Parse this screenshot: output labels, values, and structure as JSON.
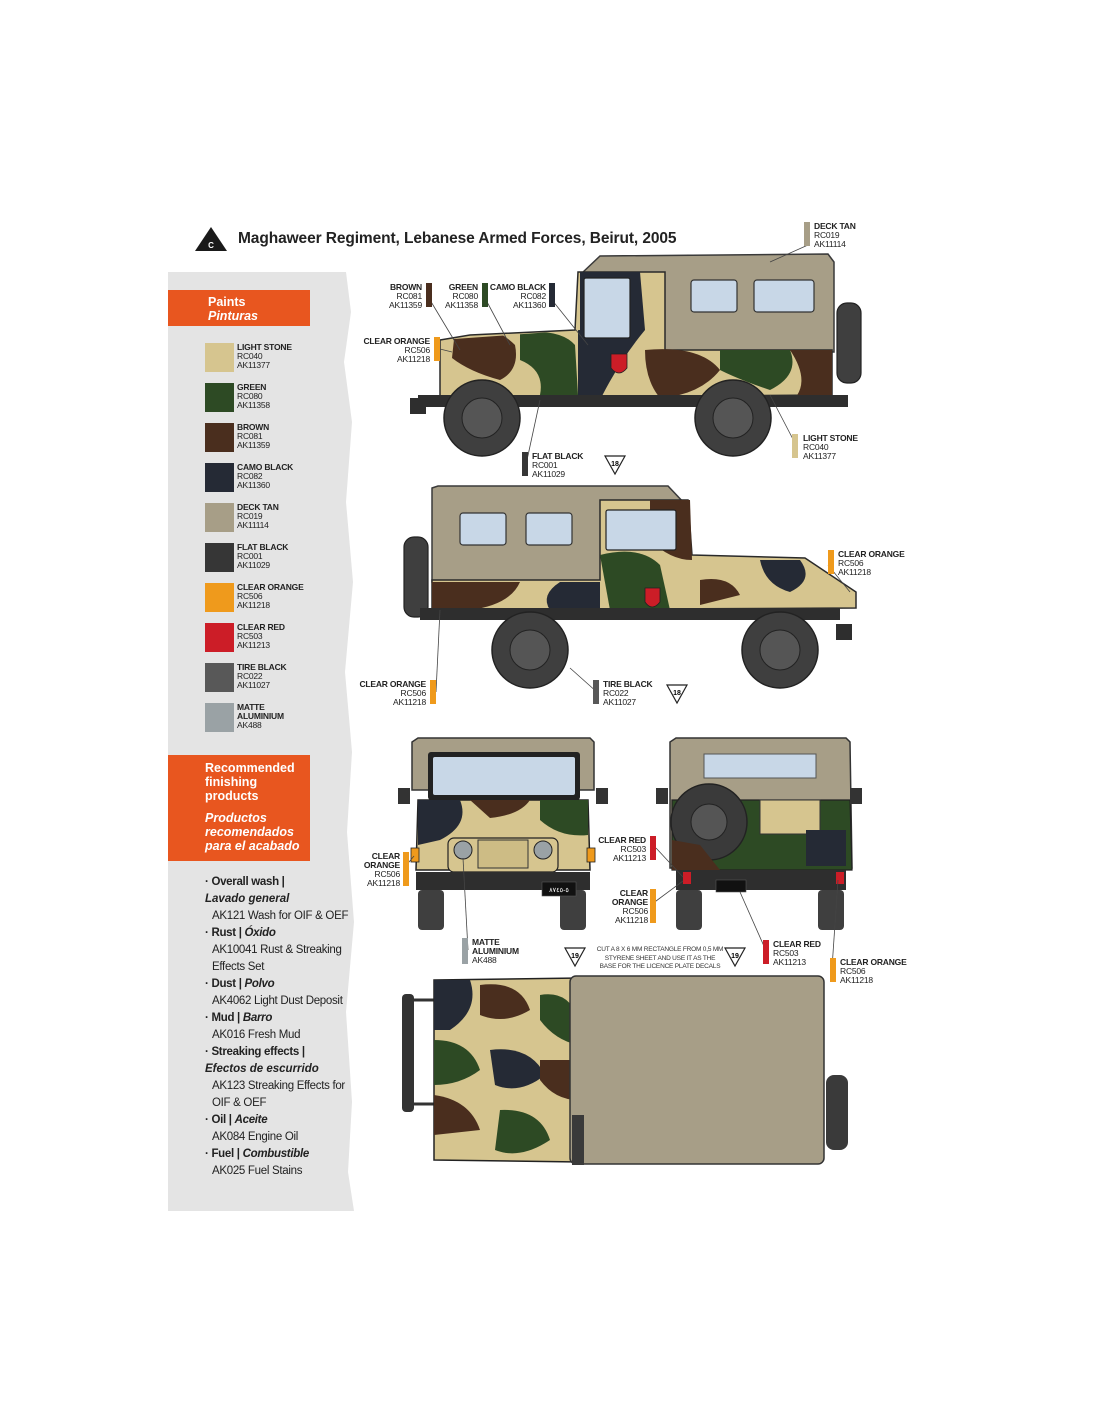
{
  "header": {
    "marker": "C",
    "title": "Maghaweer Regiment, Lebanese Armed Forces, Beirut, 2005"
  },
  "paints": {
    "title_en": "Paints",
    "title_es": "Pinturas",
    "items": [
      {
        "name": "LIGHT STONE",
        "code1": "RC040",
        "code2": "AK11377",
        "color": "#d6c58f"
      },
      {
        "name": "GREEN",
        "code1": "RC080",
        "code2": "AK11358",
        "color": "#2d4a24"
      },
      {
        "name": "BROWN",
        "code1": "RC081",
        "code2": "AK11359",
        "color": "#4a2e1e"
      },
      {
        "name": "CAMO BLACK",
        "code1": "RC082",
        "code2": "AK11360",
        "color": "#252a35"
      },
      {
        "name": "DECK TAN",
        "code1": "RC019",
        "code2": "AK11114",
        "color": "#a79e87"
      },
      {
        "name": "FLAT BLACK",
        "code1": "RC001",
        "code2": "AK11029",
        "color": "#363636"
      },
      {
        "name": "CLEAR ORANGE",
        "code1": "RC506",
        "code2": "AK11218",
        "color": "#ef9a1c"
      },
      {
        "name": "CLEAR RED",
        "code1": "RC503",
        "code2": "AK11213",
        "color": "#cc1d27"
      },
      {
        "name": "TIRE BLACK",
        "code1": "RC022",
        "code2": "AK11027",
        "color": "#585858"
      },
      {
        "name": "MATTE",
        "name2": "ALUMINIUM",
        "code1": "AK488",
        "color": "#9aa2a5"
      }
    ]
  },
  "finishing": {
    "title_en": [
      "Recommended",
      "finishing",
      "products"
    ],
    "title_es": [
      "Productos",
      "recomendados",
      "para el acabado"
    ],
    "items": [
      {
        "en": "Overall wash |",
        "es": "Lavado general",
        "products": [
          "AK121 Wash for OIF & OEF"
        ]
      },
      {
        "en": "Rust |",
        "es": "Óxido",
        "products": [
          "AK10041 Rust & Streaking",
          "Effects Set"
        ]
      },
      {
        "en": "Dust |",
        "es": "Polvo",
        "products": [
          "AK4062 Light Dust Deposit"
        ]
      },
      {
        "en": "Mud |",
        "es": "Barro",
        "products": [
          "AK016 Fresh Mud"
        ]
      },
      {
        "en": "Streaking effects |",
        "es": "Efectos de escurrido",
        "products": [
          "AK123 Streaking Effects for",
          "OIF & OEF"
        ]
      },
      {
        "en": "Oil |",
        "es": "Aceite",
        "products": [
          "AK084 Engine Oil"
        ]
      },
      {
        "en": "Fuel |",
        "es": "Combustible",
        "products": [
          "AK025 Fuel Stains"
        ]
      }
    ]
  },
  "callouts": {
    "deck_tan": {
      "name": "DECK TAN",
      "c1": "RC019",
      "c2": "AK11114"
    },
    "brown": {
      "name": "BROWN",
      "c1": "RC081",
      "c2": "AK11359"
    },
    "green": {
      "name": "GREEN",
      "c1": "RC080",
      "c2": "AK11358"
    },
    "camo_black": {
      "name": "CAMO BLACK",
      "c1": "RC082",
      "c2": "AK11360"
    },
    "clear_orange_1": {
      "name": "CLEAR ORANGE",
      "c1": "RC506",
      "c2": "AK11218"
    },
    "flat_black": {
      "name": "FLAT BLACK",
      "c1": "RC001",
      "c2": "AK11029"
    },
    "light_stone": {
      "name": "LIGHT STONE",
      "c1": "RC040",
      "c2": "AK11377"
    },
    "clear_orange_2": {
      "name": "CLEAR ORANGE",
      "c1": "RC506",
      "c2": "AK11218"
    },
    "clear_orange_3": {
      "name": "CLEAR ORANGE",
      "c1": "RC506",
      "c2": "AK11218"
    },
    "tire_black": {
      "name": "TIRE BLACK",
      "c1": "RC022",
      "c2": "AK11027"
    },
    "clear_orange_4": {
      "name1": "CLEAR",
      "name2": "ORANGE",
      "c1": "RC506",
      "c2": "AK11218"
    },
    "clear_red_1": {
      "name": "CLEAR RED",
      "c1": "RC503",
      "c2": "AK11213"
    },
    "clear_orange_5": {
      "name1": "CLEAR",
      "name2": "ORANGE",
      "c1": "RC506",
      "c2": "AK11218"
    },
    "matte_aluminium": {
      "name1": "MATTE",
      "name2": "ALUMINIUM",
      "c1": "AK488"
    },
    "clear_red_2": {
      "name": "CLEAR RED",
      "c1": "RC503",
      "c2": "AK11213"
    },
    "clear_orange_6": {
      "name": "CLEAR ORANGE",
      "c1": "RC506",
      "c2": "AK11218"
    }
  },
  "decal_markers": {
    "side_right": "18",
    "side_left": "18",
    "front": "19",
    "rear": "19"
  },
  "plate_note": "CUT A 8 X 6 MM RECTANGLE FROM 0,5 MM STYRENE SHEET AND USE IT AS THE BASE FOR THE LICENCE PLATE DECALS",
  "plate_text": "٥-٨٧٤٥"
}
